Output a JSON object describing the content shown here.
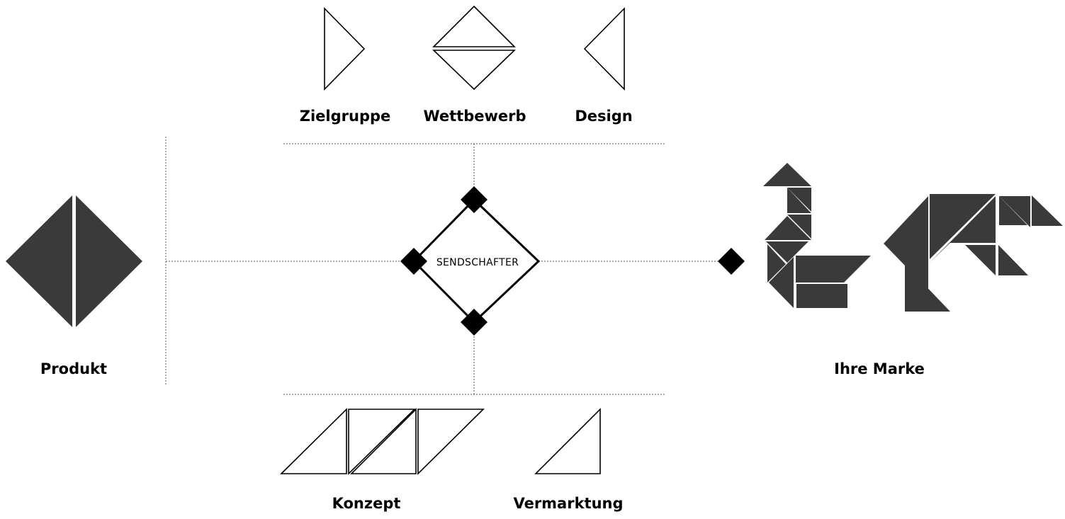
{
  "labels": {
    "zielgruppe": "Zielgruppe",
    "wettbewerb": "Wettbewerb",
    "design": "Design",
    "produkt": "Produkt",
    "center": "SENDSCHAFTER",
    "ihre_marke": "Ihre Marke",
    "konzept": "Konzept",
    "vermarktung": "Vermarktung"
  },
  "colors": {
    "shape_fill": "#3a3a3a",
    "connector": "#000000",
    "dotted_line": "#555555"
  }
}
